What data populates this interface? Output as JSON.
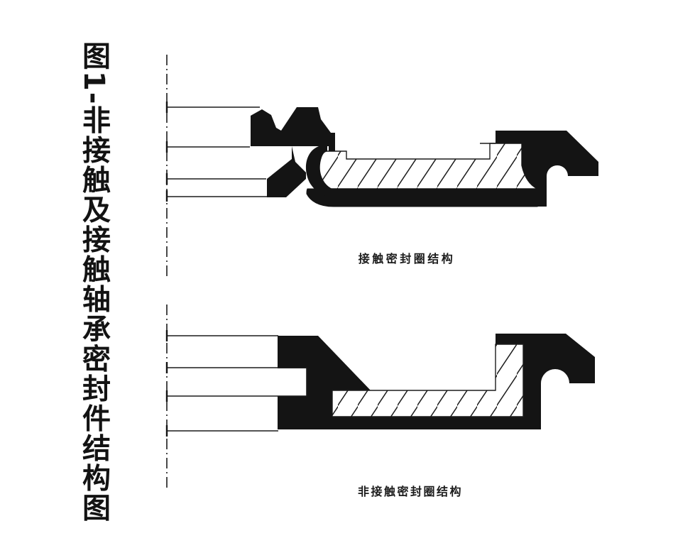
{
  "page": {
    "background_color": "#ffffff",
    "ink_color": "#141414"
  },
  "figure": {
    "title": "图1-非接触及接触轴承密封件结构图",
    "top_diagram": {
      "caption": "接触密封圈结构",
      "type": "contact seal ring cross-section"
    },
    "bottom_diagram": {
      "caption": "非接触密封圈结构",
      "type": "non-contact seal ring cross-section"
    }
  }
}
